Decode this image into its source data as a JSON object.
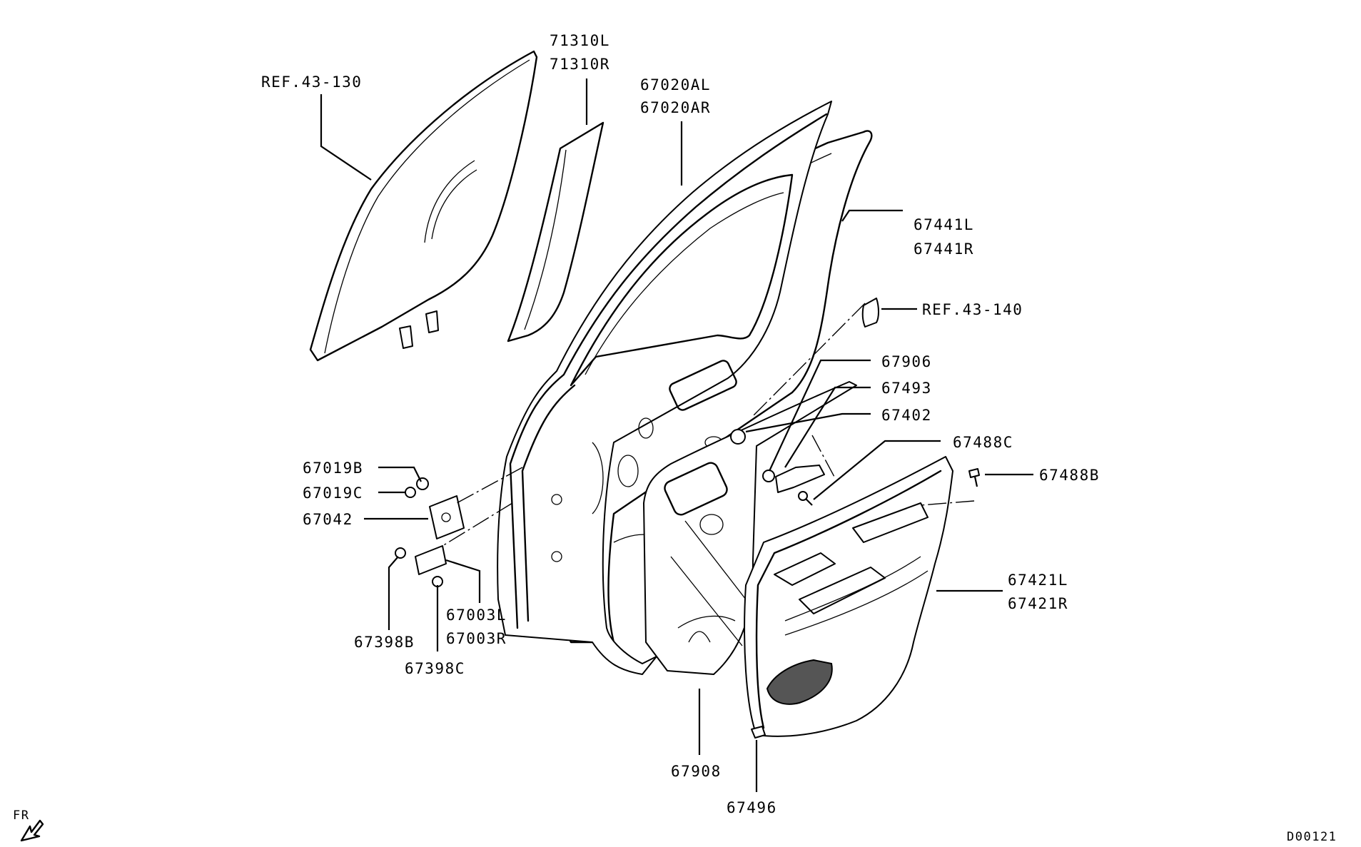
{
  "labels": {
    "ref_43_130": "REF.43-130",
    "p71310l": "71310L",
    "p71310r": "71310R",
    "p67020al": "67020AL",
    "p67020ar": "67020AR",
    "p67441l": "67441L",
    "p67441r": "67441R",
    "ref_43_140": "REF.43-140",
    "p67906": "67906",
    "p67493": "67493",
    "p67402": "67402",
    "p67488c": "67488C",
    "p67488b": "67488B",
    "p67019b": "67019B",
    "p67019c": "67019C",
    "p67042": "67042",
    "p67421l": "67421L",
    "p67421r": "67421R",
    "p67003l": "67003L",
    "p67003r": "67003R",
    "p67398b": "67398B",
    "p67398c": "67398C",
    "p67908": "67908",
    "p67496": "67496",
    "fr": "FR",
    "diagram_id": "D00121"
  }
}
